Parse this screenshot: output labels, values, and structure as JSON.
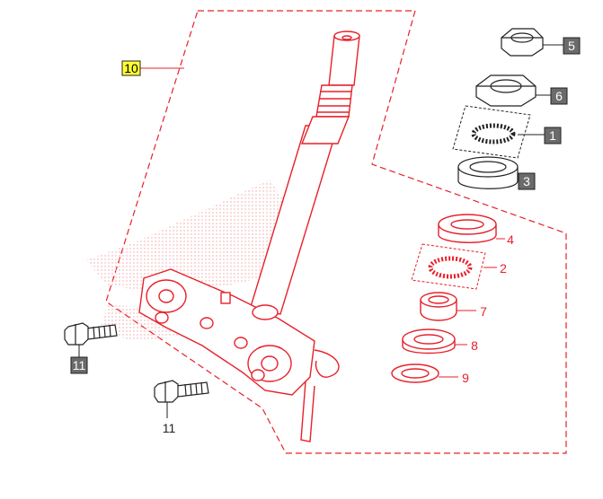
{
  "colors": {
    "part_red": "#e8202a",
    "line_black": "#222222",
    "tag_gray": "#6b6b6b",
    "tag_yellow": "#ffff33",
    "stipple": "#f2a0a4"
  },
  "callouts": {
    "c10": "10",
    "c5": "5",
    "c6": "6",
    "c1": "1",
    "c3": "3",
    "c4": "4",
    "c2": "2",
    "c7": "7",
    "c8": "8",
    "c9": "9",
    "c11a": "11",
    "c11b": "11"
  }
}
